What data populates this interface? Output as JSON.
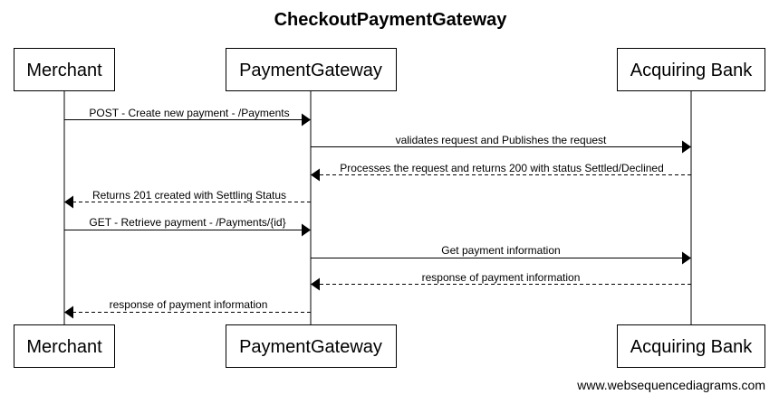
{
  "title": "CheckoutPaymentGateway",
  "participants": [
    {
      "id": "merchant",
      "label": "Merchant"
    },
    {
      "id": "gateway",
      "label": "PaymentGateway"
    },
    {
      "id": "bank",
      "label": "Acquiring Bank"
    }
  ],
  "messages": [
    {
      "from": "merchant",
      "to": "gateway",
      "style": "solid",
      "label": "POST - Create new payment - /Payments"
    },
    {
      "from": "gateway",
      "to": "bank",
      "style": "solid",
      "label": "validates request and Publishes the request"
    },
    {
      "from": "bank",
      "to": "gateway",
      "style": "dashed",
      "label": "Processes the request and returns 200 with status Settled/Declined"
    },
    {
      "from": "gateway",
      "to": "merchant",
      "style": "dashed",
      "label": "Returns 201 created with Settling Status"
    },
    {
      "from": "merchant",
      "to": "gateway",
      "style": "solid",
      "label": "GET - Retrieve payment - /Payments/{id}"
    },
    {
      "from": "gateway",
      "to": "bank",
      "style": "solid",
      "label": "Get payment information"
    },
    {
      "from": "bank",
      "to": "gateway",
      "style": "dashed",
      "label": "response of payment information"
    },
    {
      "from": "gateway",
      "to": "merchant",
      "style": "dashed",
      "label": "response of payment information"
    }
  ],
  "watermark": "www.websequencediagrams.com"
}
